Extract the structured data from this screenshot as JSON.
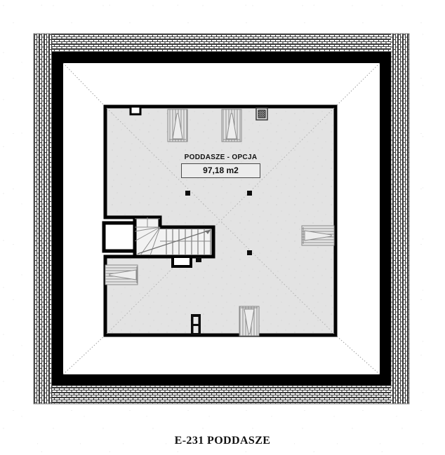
{
  "drawing": {
    "caption": "E-231 PODDASZE",
    "room": {
      "name": "PODDASZE - OPCJA",
      "area": "97,18 m2"
    },
    "colors": {
      "wall": "#000000",
      "room_fill": "#e3e3e3",
      "hatch_line": "#3a3a3a",
      "paper": "#ffffff",
      "roof_line": "#a8a8a8",
      "label_box_fill": "#ececec",
      "label_box_border": "#4a4a4a",
      "text": "#111111"
    },
    "elements": {
      "outer_hatch_band": "masonry-hatch-band",
      "structural_wall": "solid-black-wall",
      "attic_room": "poddasze-room",
      "roof_hip_lines": "dotted-diagonal-hip-lines",
      "staircase": "winder-staircase",
      "wall_recess": "left-wall-recess",
      "chimney_top": "chimney-square-top",
      "chimney_bottom": "chimney-duct-bottom",
      "skylights": [
        "skylight-top-left",
        "skylight-top-right",
        "skylight-left",
        "skylight-right",
        "skylight-bottom"
      ],
      "column_markers": "column-point-markers"
    }
  },
  "chart_data": {
    "type": "table",
    "title": "E-231 PODDASZE",
    "categories": [
      "PODDASZE - OPCJA"
    ],
    "values": [
      97.18
    ],
    "xlabel": "",
    "ylabel": "m2",
    "annotations": [
      "97,18 m2"
    ]
  }
}
